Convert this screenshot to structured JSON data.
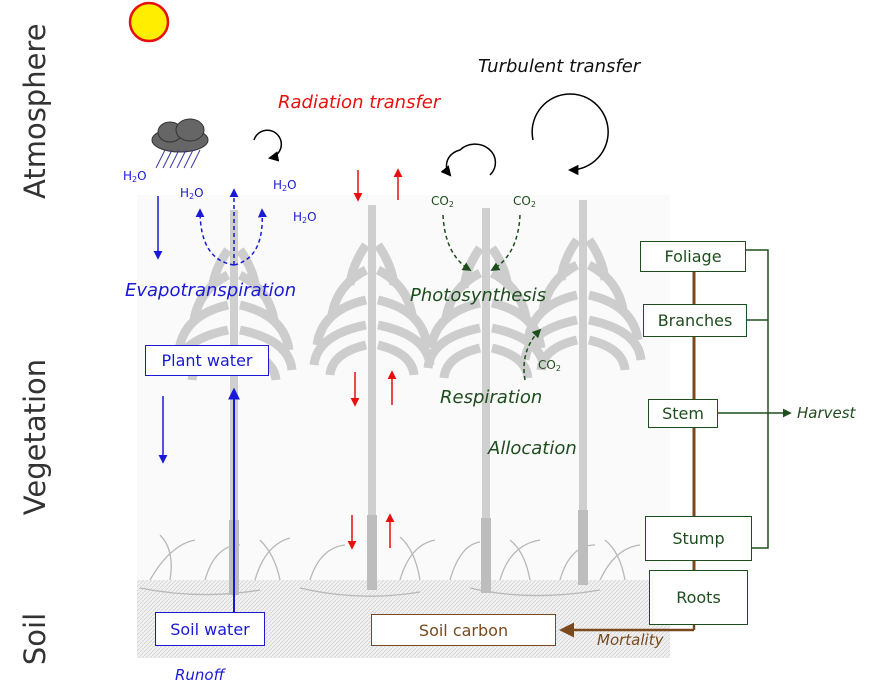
{
  "layers": {
    "atmosphere": "Atmosphere",
    "vegetation": "Vegetation",
    "soil": "Soil"
  },
  "processes": {
    "turbulent_transfer": "Turbulent transfer",
    "radiation_transfer": "Radiation transfer",
    "evapotranspiration": "Evapotranspiration",
    "photosynthesis": "Photosynthesis",
    "respiration": "Respiration",
    "allocation": "Allocation",
    "runoff": "Runoff",
    "mortality": "Mortality",
    "harvest": "Harvest"
  },
  "pools": {
    "plant_water": "Plant water",
    "soil_water": "Soil water",
    "soil_carbon": "Soil carbon",
    "foliage": "Foliage",
    "branches": "Branches",
    "stem": "Stem",
    "stump": "Stump",
    "roots": "Roots"
  },
  "chemistry": {
    "h2o_base": "H",
    "h2o_sub": "2",
    "h2o_tail": "O",
    "co2_base": "CO",
    "co2_sub": "2"
  },
  "colors": {
    "water": "#1a1ad6",
    "radiation": "#e8100e",
    "carbon": "#1e4d1e",
    "soil_carbon": "#7a4a1e",
    "sun_fill": "#ffee00",
    "sun_stroke": "#e8100e",
    "vegetation_gray": "#cfcfcf"
  },
  "icons": [
    "sun-icon",
    "cloud-rain-icon",
    "tree-icon",
    "swirl-arrow-icon"
  ]
}
